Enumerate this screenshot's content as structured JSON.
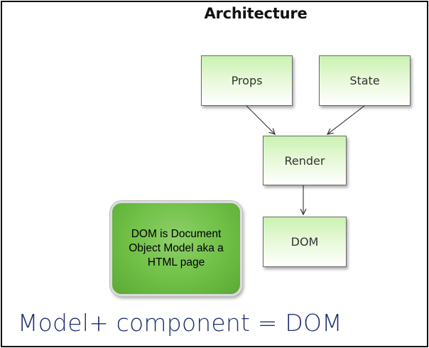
{
  "title": "Architecture",
  "nodes": {
    "props": "Props",
    "state": "State",
    "render": "Render",
    "dom": "DOM"
  },
  "note": "DOM is Document Object Model aka a HTML page",
  "equation": "Model+ component = DOM",
  "colors": {
    "node_fill_top": "#c9f2b0",
    "node_border": "#6a6a6a",
    "note_fill": "#6fbf46",
    "equation_text": "#1f2f6e"
  },
  "edges": [
    {
      "from": "props",
      "to": "render"
    },
    {
      "from": "state",
      "to": "render"
    },
    {
      "from": "render",
      "to": "dom"
    }
  ]
}
